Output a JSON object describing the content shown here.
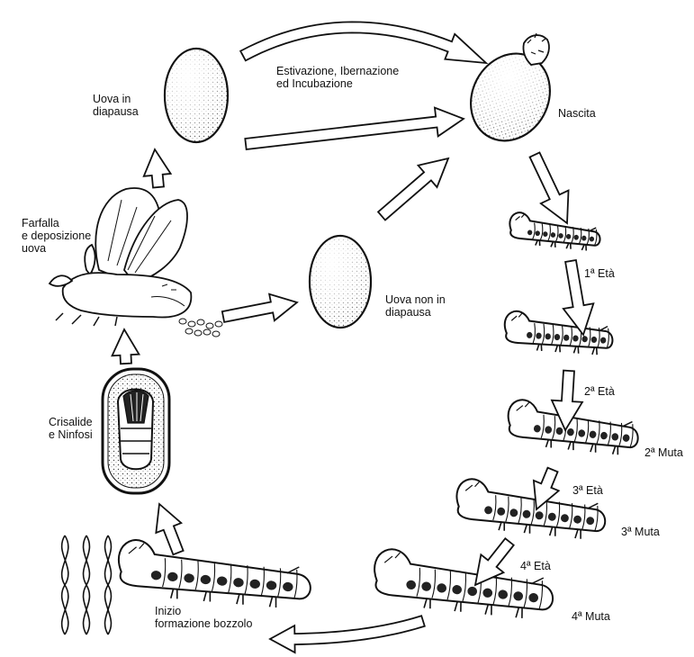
{
  "labels": {
    "estivazione_1": "Estivazione, Ibernazione",
    "estivazione_2": "ed Incubazione",
    "uova_diapausa_1": "Uova in",
    "uova_diapausa_2": "diapausa",
    "nascita": "Nascita",
    "farfalla_1": "Farfalla",
    "farfalla_2": "e deposizione",
    "farfalla_3": "uova",
    "uova_non_1": "Uova non in",
    "uova_non_2": "diapausa",
    "eta_1": "1ª Età",
    "eta_2": "2ª Età",
    "muta_2": "2ª Muta",
    "eta_3": "3ª Età",
    "muta_3": "3ª Muta",
    "eta_4": "4ª Età",
    "muta_4": "4ª Muta",
    "crisalide_1": "Crisalide",
    "crisalide_2": "e Ninfosi",
    "inizio_1": "Inizio",
    "inizio_2": "formazione bozzolo"
  },
  "colors": {
    "ink": "#111111",
    "paper": "#ffffff",
    "stipple": "#555555"
  }
}
